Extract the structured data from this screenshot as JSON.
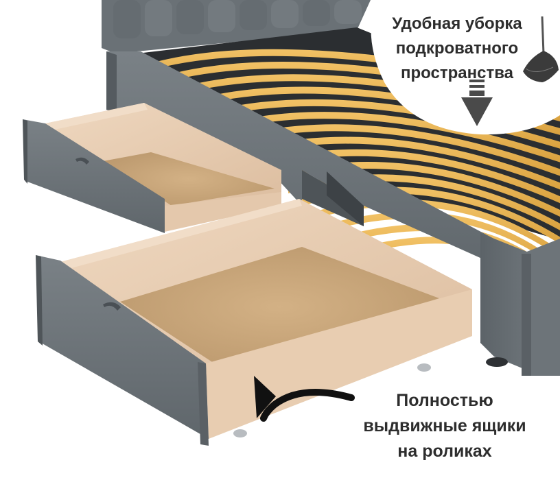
{
  "top_caption": {
    "line1": "Удобная уборка",
    "line2": "подкроватного",
    "line3": "пространства"
  },
  "bottom_caption": {
    "line1": "Полностью",
    "line2": "выдвижные ящики",
    "line3": "на роликах"
  },
  "colors": {
    "upholstery": "#6b7277",
    "upholstery_dark": "#555b60",
    "slat": "#e8b24f",
    "drawer_wood": "#e9cfb6",
    "drawer_bottom": "#c9a678",
    "text": "#2d2d2d"
  },
  "icons": {
    "duster": "feather-duster-icon",
    "down_arrow": "down-arrow-icon",
    "curved_arrow": "curved-arrow-icon"
  }
}
